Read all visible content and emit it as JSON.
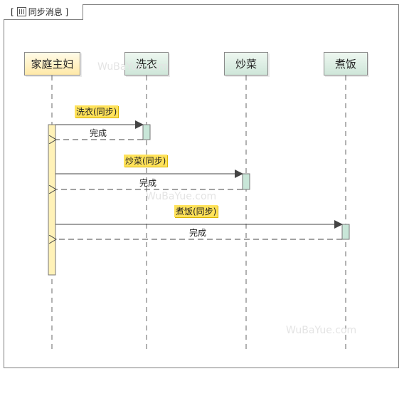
{
  "frame": {
    "label": "同步消息",
    "icon": "sequence-diagram-icon"
  },
  "lifelines": [
    {
      "id": "housewife",
      "label": "家庭主妇",
      "style": "yellow"
    },
    {
      "id": "wash",
      "label": "洗衣",
      "style": "green"
    },
    {
      "id": "stirfry",
      "label": "炒菜",
      "style": "green"
    },
    {
      "id": "cook",
      "label": "煮饭",
      "style": "green"
    }
  ],
  "messages": [
    {
      "from": "housewife",
      "to": "wash",
      "label": "洗衣(同步)",
      "type": "sync-call"
    },
    {
      "from": "wash",
      "to": "housewife",
      "label": "完成",
      "type": "return"
    },
    {
      "from": "housewife",
      "to": "stirfry",
      "label": "炒菜(同步)",
      "type": "sync-call"
    },
    {
      "from": "stirfry",
      "to": "housewife",
      "label": "完成",
      "type": "return"
    },
    {
      "from": "housewife",
      "to": "cook",
      "label": "煮饭(同步)",
      "type": "sync-call"
    },
    {
      "from": "cook",
      "to": "housewife",
      "label": "完成",
      "type": "return"
    }
  ],
  "watermarks": [
    "WuBaYue.com",
    "WuBaYue.com",
    "WuBaYue.com"
  ],
  "colors": {
    "lifeline_yellow": "#ffe9a8",
    "lifeline_green": "#cfe6d9",
    "activation_yellow": "#fff2b8",
    "activation_green": "#c8e6d8",
    "label_highlight": "#ffe25a",
    "line": "#555555"
  }
}
